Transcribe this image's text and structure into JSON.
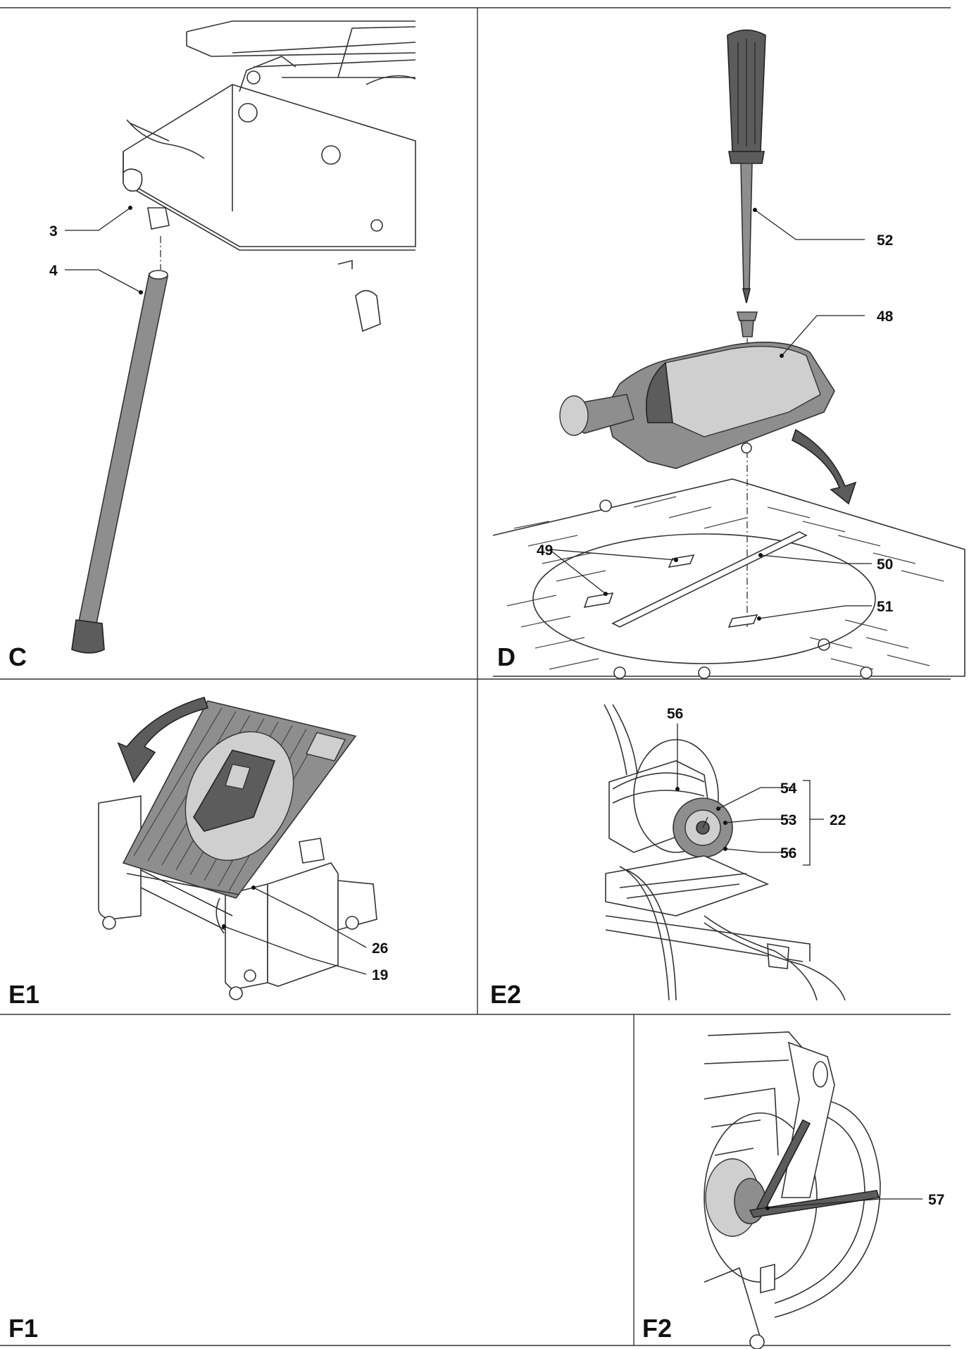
{
  "panels": {
    "C": {
      "letter": "C",
      "callouts": [
        "3",
        "4"
      ]
    },
    "D": {
      "letter": "D",
      "callouts": [
        "52",
        "48",
        "49",
        "50",
        "51"
      ]
    },
    "E1": {
      "letter": "E1",
      "callouts": [
        "26",
        "19"
      ]
    },
    "E2": {
      "letter": "E2",
      "callouts": [
        "56",
        "54",
        "53",
        "56",
        "22"
      ]
    },
    "F1": {
      "letter": "F1"
    },
    "F2": {
      "letter": "F2",
      "callouts": [
        "57"
      ]
    }
  },
  "colors": {
    "ink": "#333333",
    "part_fill": "#8e8e8e",
    "dark_fill": "#5c5c5c"
  }
}
